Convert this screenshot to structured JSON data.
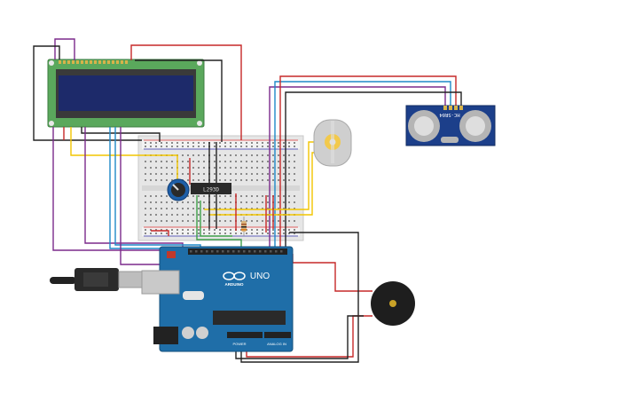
{
  "canvas": {
    "background": "#ffffff"
  },
  "components": {
    "lcd": {
      "type": "LCD 16x2",
      "pcb_color": "#5aa85c",
      "screen_color": "#1d2a6a"
    },
    "breadboard": {
      "type": "breadboard-small"
    },
    "ic": {
      "label": "L293D"
    },
    "arduino": {
      "brand": "ARDUINO",
      "model": "UNO",
      "header_power": "POWER",
      "header_analog": "ANALOG IN"
    },
    "sensor": {
      "label": "HC-SR04"
    },
    "motor": {
      "type": "dc-motor"
    },
    "buzzer": {
      "type": "piezo"
    },
    "potentiometer": {
      "type": "potentiometer"
    },
    "usb": {
      "type": "usb-b-cable"
    }
  },
  "colors": {
    "wire_red": "#c62828",
    "wire_black": "#222222",
    "wire_purple": "#7b2a8b",
    "wire_blue": "#1e88c8",
    "wire_yellow": "#f2c500",
    "wire_green": "#3fa04a",
    "wire_orange": "#e07b1a",
    "arduino": "#1f6ea8",
    "sensor": "#1c3f8a"
  }
}
